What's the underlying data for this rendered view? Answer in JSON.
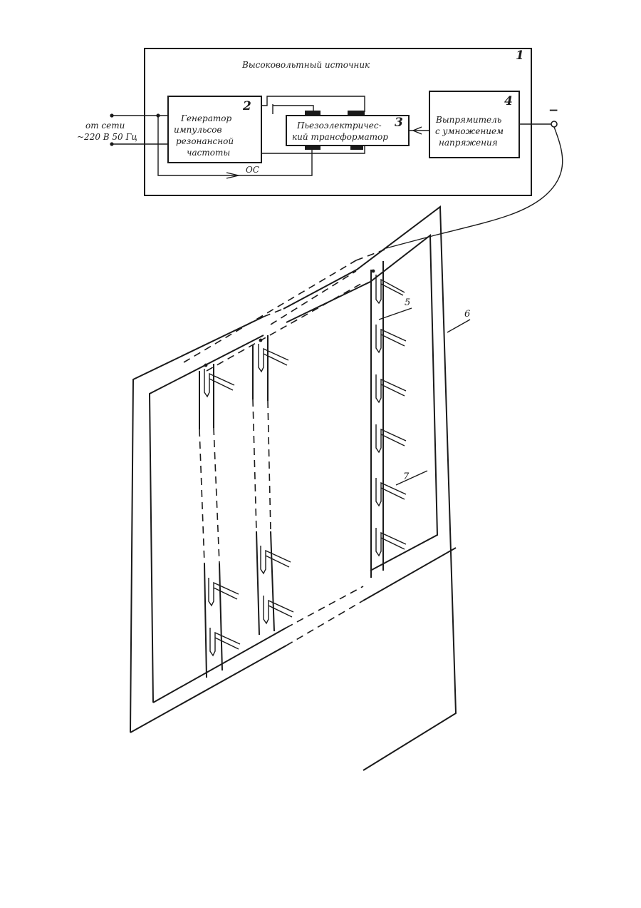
{
  "source": {
    "title": "Высоковольтный источник",
    "number": "1"
  },
  "input": {
    "label_line1": "от сети",
    "label_line2": "~220 В 50 Гц"
  },
  "generator": {
    "number": "2",
    "line1": "Генератор",
    "line2": "импульсов",
    "line3": "резонансной",
    "line4": "частоты"
  },
  "transformer": {
    "number": "3",
    "line1": "Пьезоэлектричес-",
    "line2": "кий трансформатор"
  },
  "rectifier": {
    "number": "4",
    "line1": "Выпрямитель",
    "line2": "с умножением",
    "line3": "напряжения"
  },
  "feedback": {
    "label": "ОС"
  },
  "output": {
    "polarity": "−"
  },
  "callouts": {
    "bar": "5",
    "frame": "6",
    "needle": "7"
  }
}
